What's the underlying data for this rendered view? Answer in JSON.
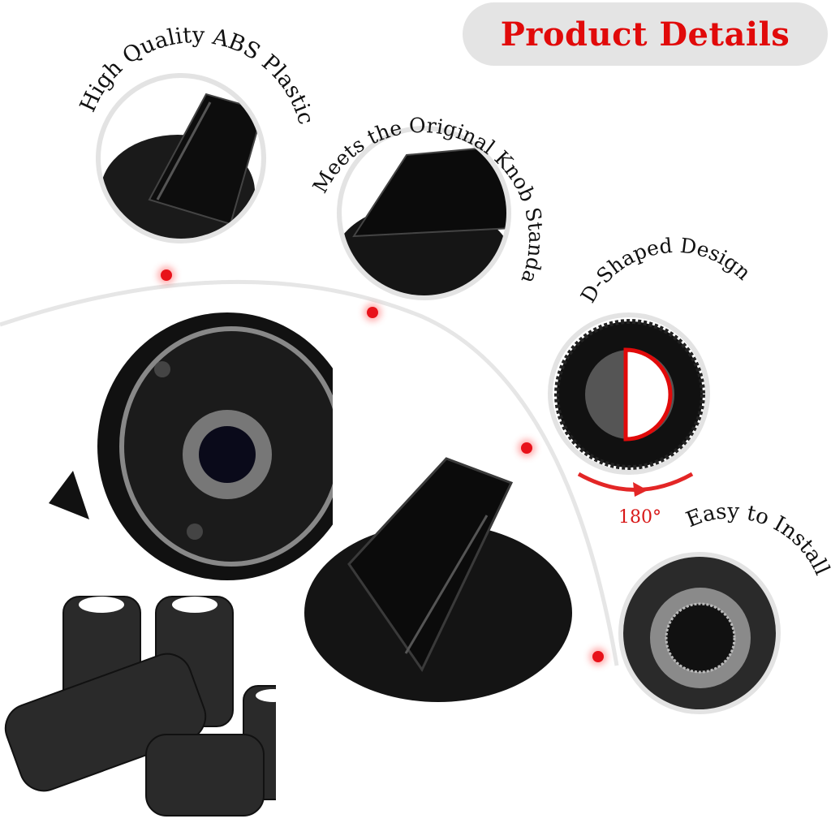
{
  "header": {
    "title": "Product Details"
  },
  "features": [
    {
      "label": "High Quality ABS Plastic"
    },
    {
      "label": "Meets the Original Knob Standard"
    },
    {
      "label": "D-Shaped Design"
    },
    {
      "label": "Easy to Install"
    }
  ],
  "rotation": {
    "label": "180°"
  },
  "colors": {
    "accent": "#e10a0a",
    "pill_bg": "#e4e4e4",
    "ring": "#e3e3e3",
    "product": "#111111"
  }
}
